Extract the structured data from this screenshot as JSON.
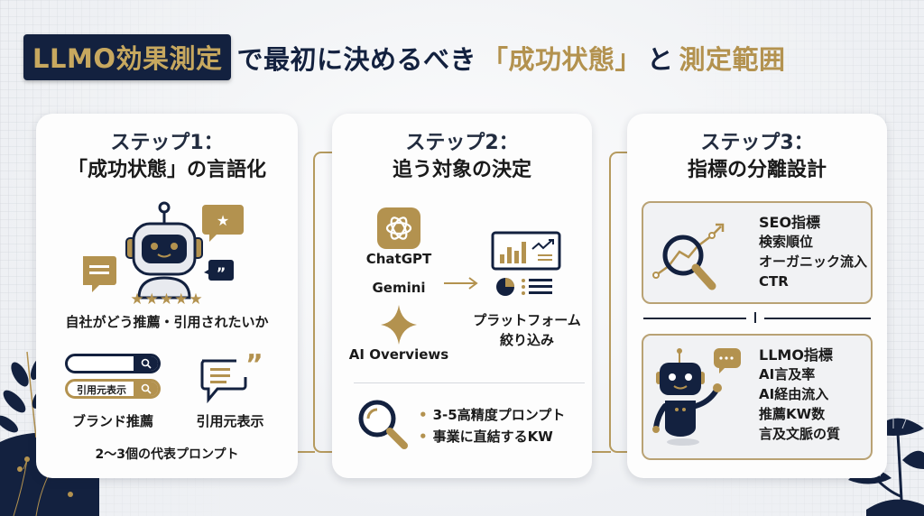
{
  "title": {
    "badge": "LLMO効果測定",
    "middle": "で最初に決めるべき",
    "highlight": "「成功状態」",
    "connector": "と",
    "end": "測定範囲"
  },
  "colors": {
    "navy": "#13213f",
    "gold": "#b3924f",
    "background": "#eef0f3",
    "card": "#fdfdfd"
  },
  "steps": [
    {
      "step_label": "ステップ1：",
      "heading": "「成功状態」の言語化",
      "rating_stars": "★★★★★",
      "caption": "自社がどう推薦・引用されたいか",
      "search_bar_text": "引用元表示",
      "label_left": "ブランド推薦",
      "label_right": "引用元表示",
      "footer": "2〜3個の代表プロンプト"
    },
    {
      "step_label": "ステップ2：",
      "heading": "追う対象の決定",
      "platforms": [
        "ChatGPT",
        "Gemini",
        "AI Overviews"
      ],
      "narrow_label_line1": "プラットフォーム",
      "narrow_label_line2": "絞り込み",
      "bullets": [
        "3-5高精度プロンプト",
        "事業に直結するKW"
      ]
    },
    {
      "step_label": "ステップ3：",
      "heading": "指標の分離設計",
      "seo": {
        "title": "SEO指標",
        "items": [
          "検索順位",
          "オーガニック流入",
          "CTR"
        ]
      },
      "llmo": {
        "title": "LLMO指標",
        "items": [
          "AI言及率",
          "AI経由流入",
          "推薦KW数",
          "言及文脈の質"
        ]
      }
    }
  ]
}
